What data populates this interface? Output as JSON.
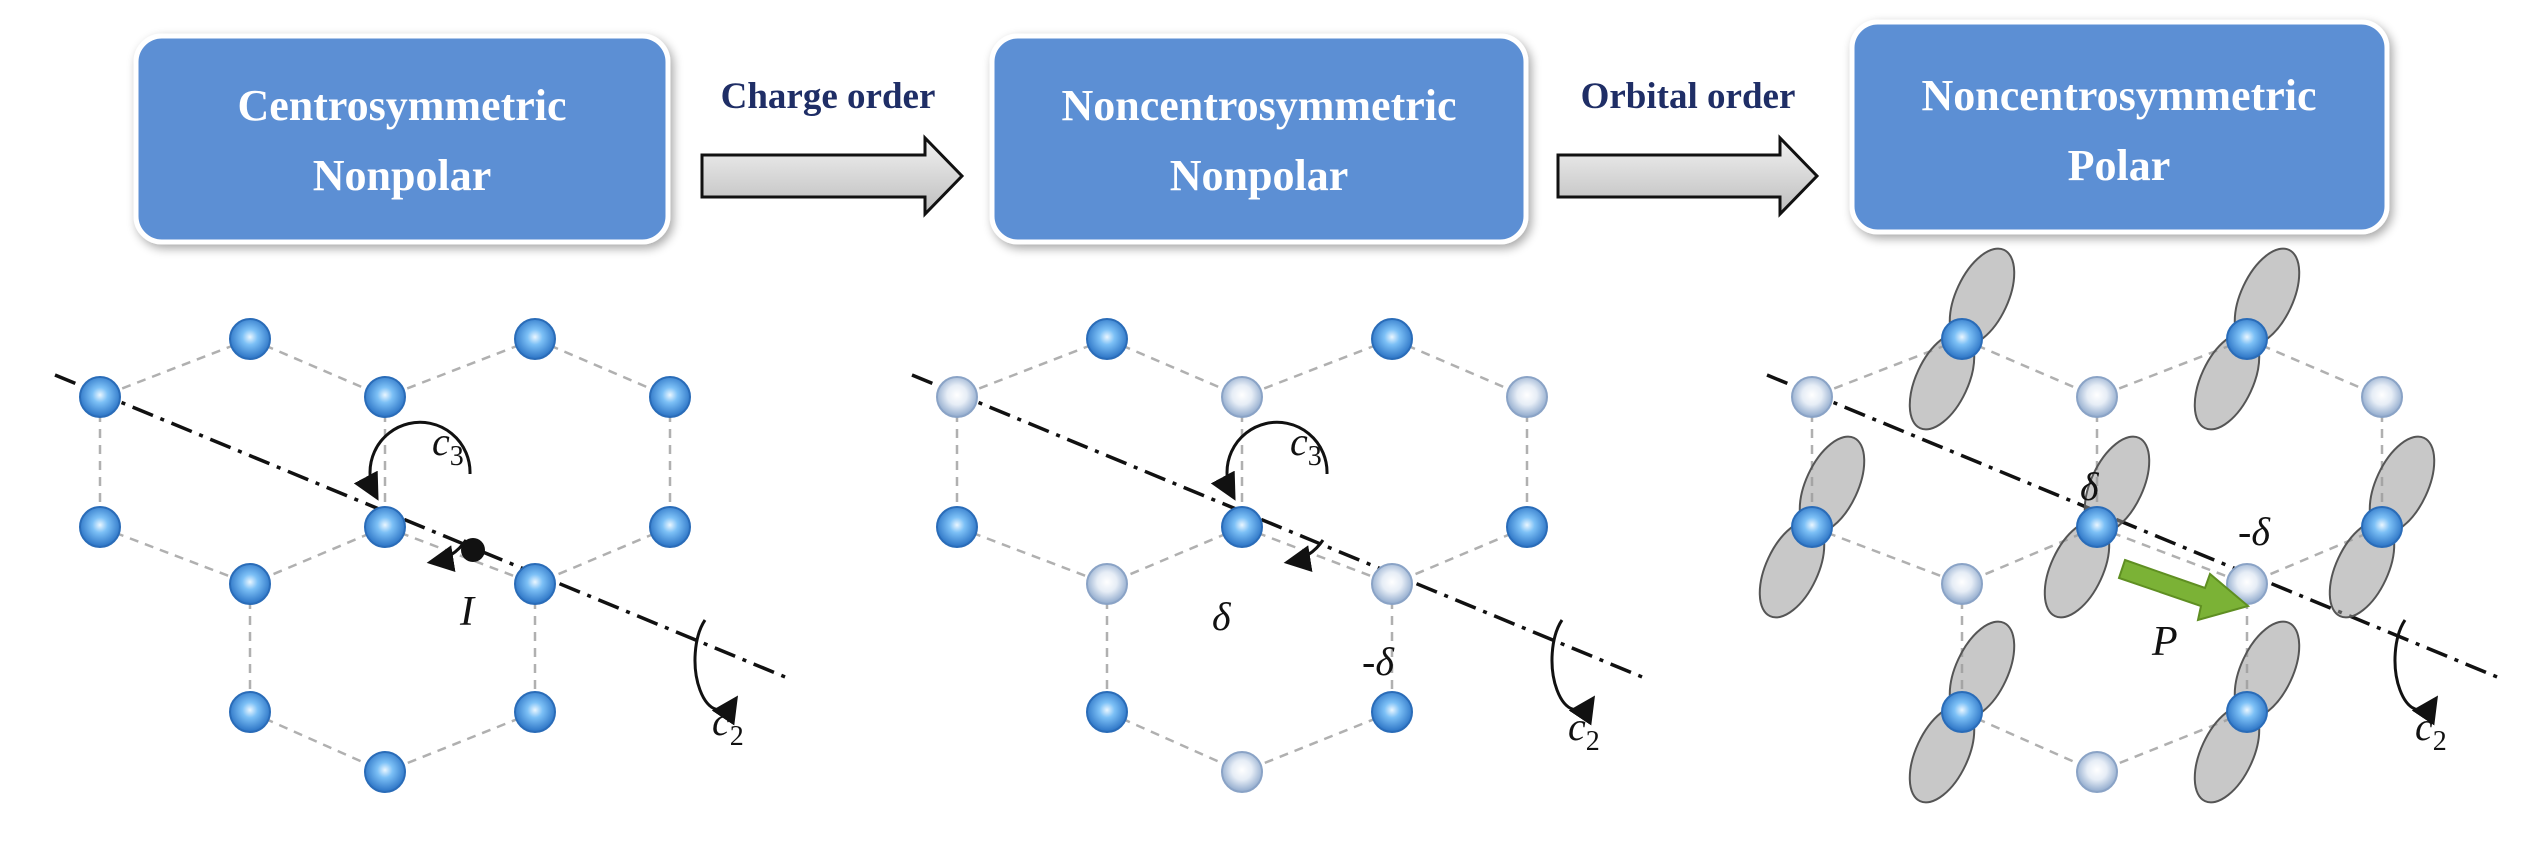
{
  "stages": [
    {
      "line1": "Centrosymmetric",
      "line2": "Nonpolar"
    },
    {
      "line1": "Noncentrosymmetric",
      "line2": "Nonpolar"
    },
    {
      "line1": "Noncentrosymmetric",
      "line2": "Polar"
    }
  ],
  "transitions": [
    {
      "label": "Charge order"
    },
    {
      "label": "Orbital order"
    }
  ],
  "panels": [
    {
      "labels": {
        "c3": "c",
        "c3_sub": "3",
        "c2": "c",
        "c2_sub": "2",
        "inversion": "I"
      }
    },
    {
      "labels": {
        "c3": "c",
        "c3_sub": "3",
        "c2": "c",
        "c2_sub": "2",
        "delta_plus": "δ",
        "delta_minus": "-δ"
      }
    },
    {
      "labels": {
        "c2": "c",
        "c2_sub": "2",
        "delta_plus": "δ",
        "delta_minus": "-δ",
        "polarization": "P"
      }
    }
  ],
  "colors": {
    "box_fill": "#5b8fd4",
    "box_text": "#ffffff",
    "label_text": "#1f2e66",
    "atom_full": "#3d8fe0",
    "atom_light": "#b8cbe3",
    "bond": "#b0b0b0",
    "orbital": "#8a8a8a",
    "polar_arrow": "#7bb236",
    "arrow_fill": "#d6d6d6"
  }
}
